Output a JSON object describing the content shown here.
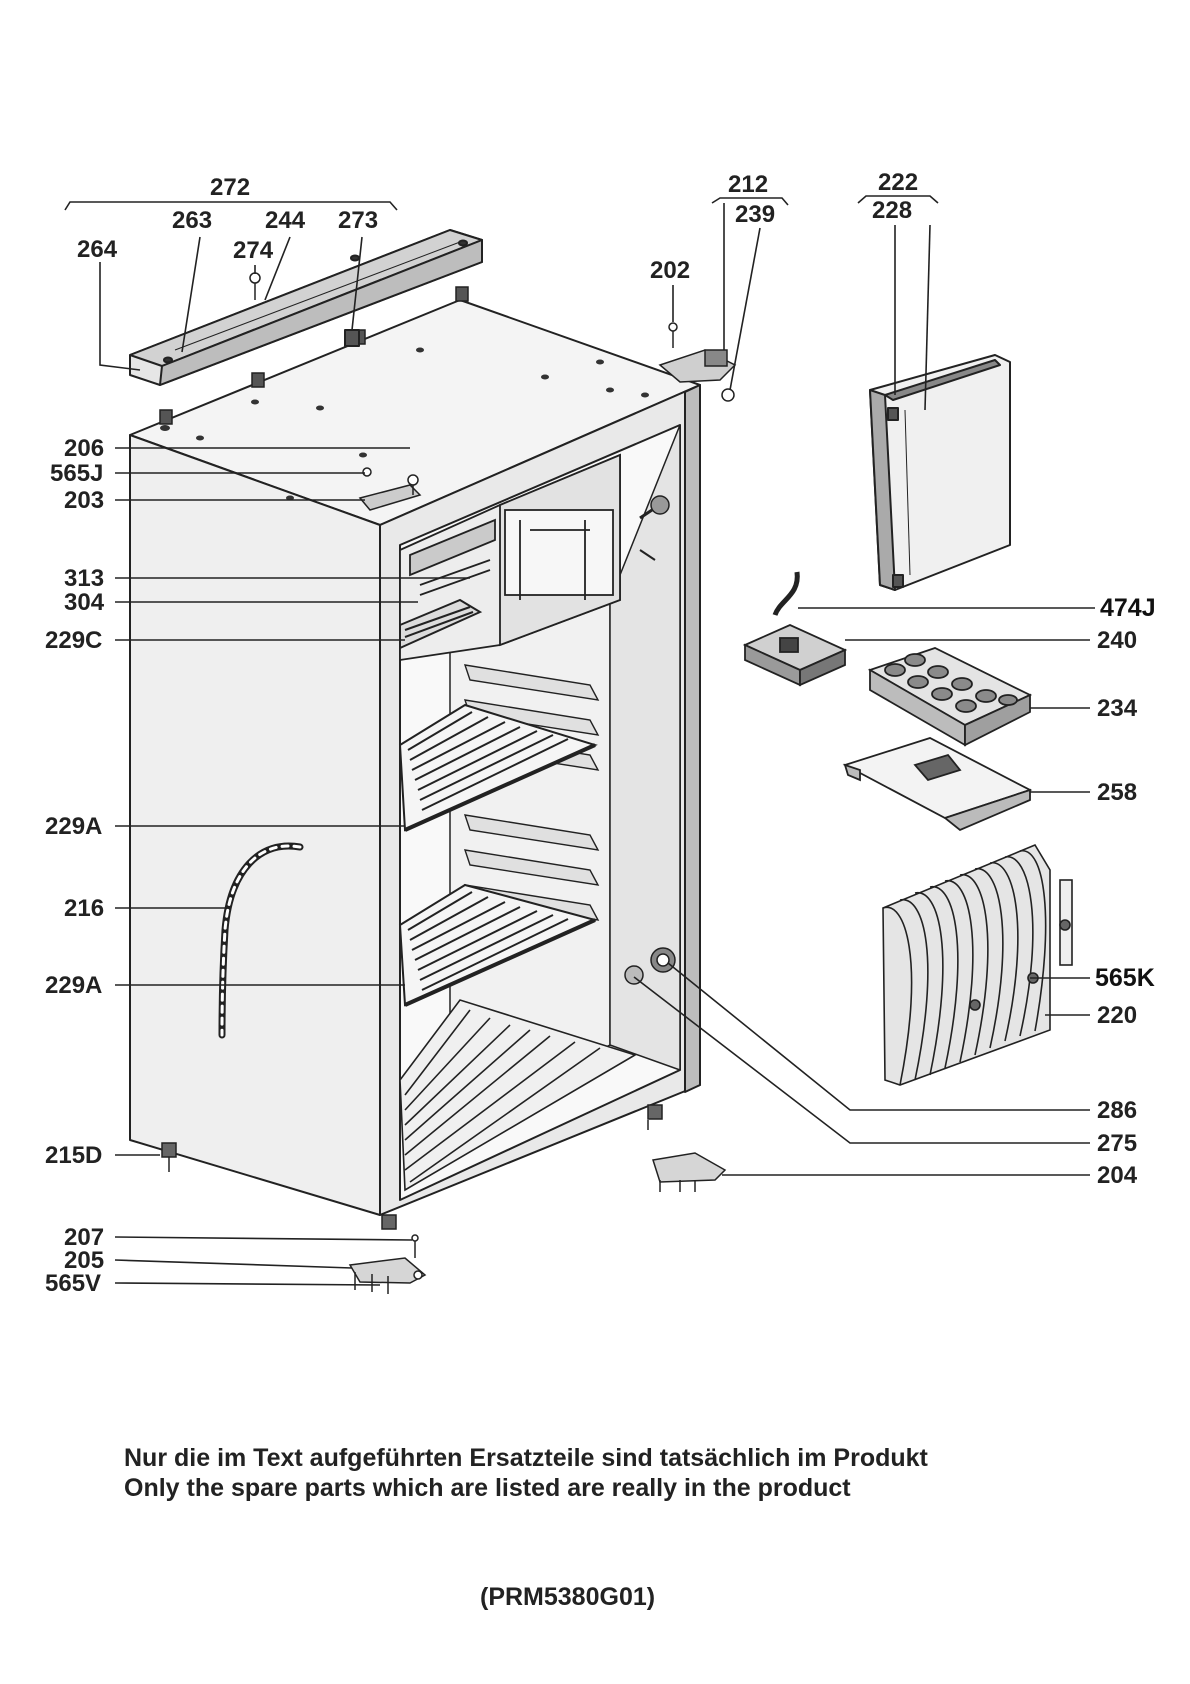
{
  "labels": {
    "l272": "272",
    "l263": "263",
    "l244": "244",
    "l273": "273",
    "l264": "264",
    "l274": "274",
    "l212": "212",
    "l239": "239",
    "l202": "202",
    "l222": "222",
    "l228": "228",
    "l206": "206",
    "l565J": "565J",
    "l203": "203",
    "l313": "313",
    "l304": "304",
    "l229C": "229C",
    "l229A_1": "229A",
    "l216": "216",
    "l229A_2": "229A",
    "l215D": "215D",
    "l207": "207",
    "l205": "205",
    "l565V": "565V",
    "l474J": "474J",
    "l240": "240",
    "l234": "234",
    "l258": "258",
    "l565K": "565K",
    "l220": "220",
    "l286": "286",
    "l275": "275",
    "l204": "204"
  },
  "notes": {
    "de": "Nur die im Text aufgeführten Ersatzteile sind tatsächlich im Produkt",
    "en": "Only the spare parts which are listed are really in the product"
  },
  "part_code": "(PRM5380G01)",
  "colors": {
    "line": "#222222",
    "body": "#f2f2f2",
    "panel": "#d9d9d9",
    "dark": "#4a4a4a"
  }
}
